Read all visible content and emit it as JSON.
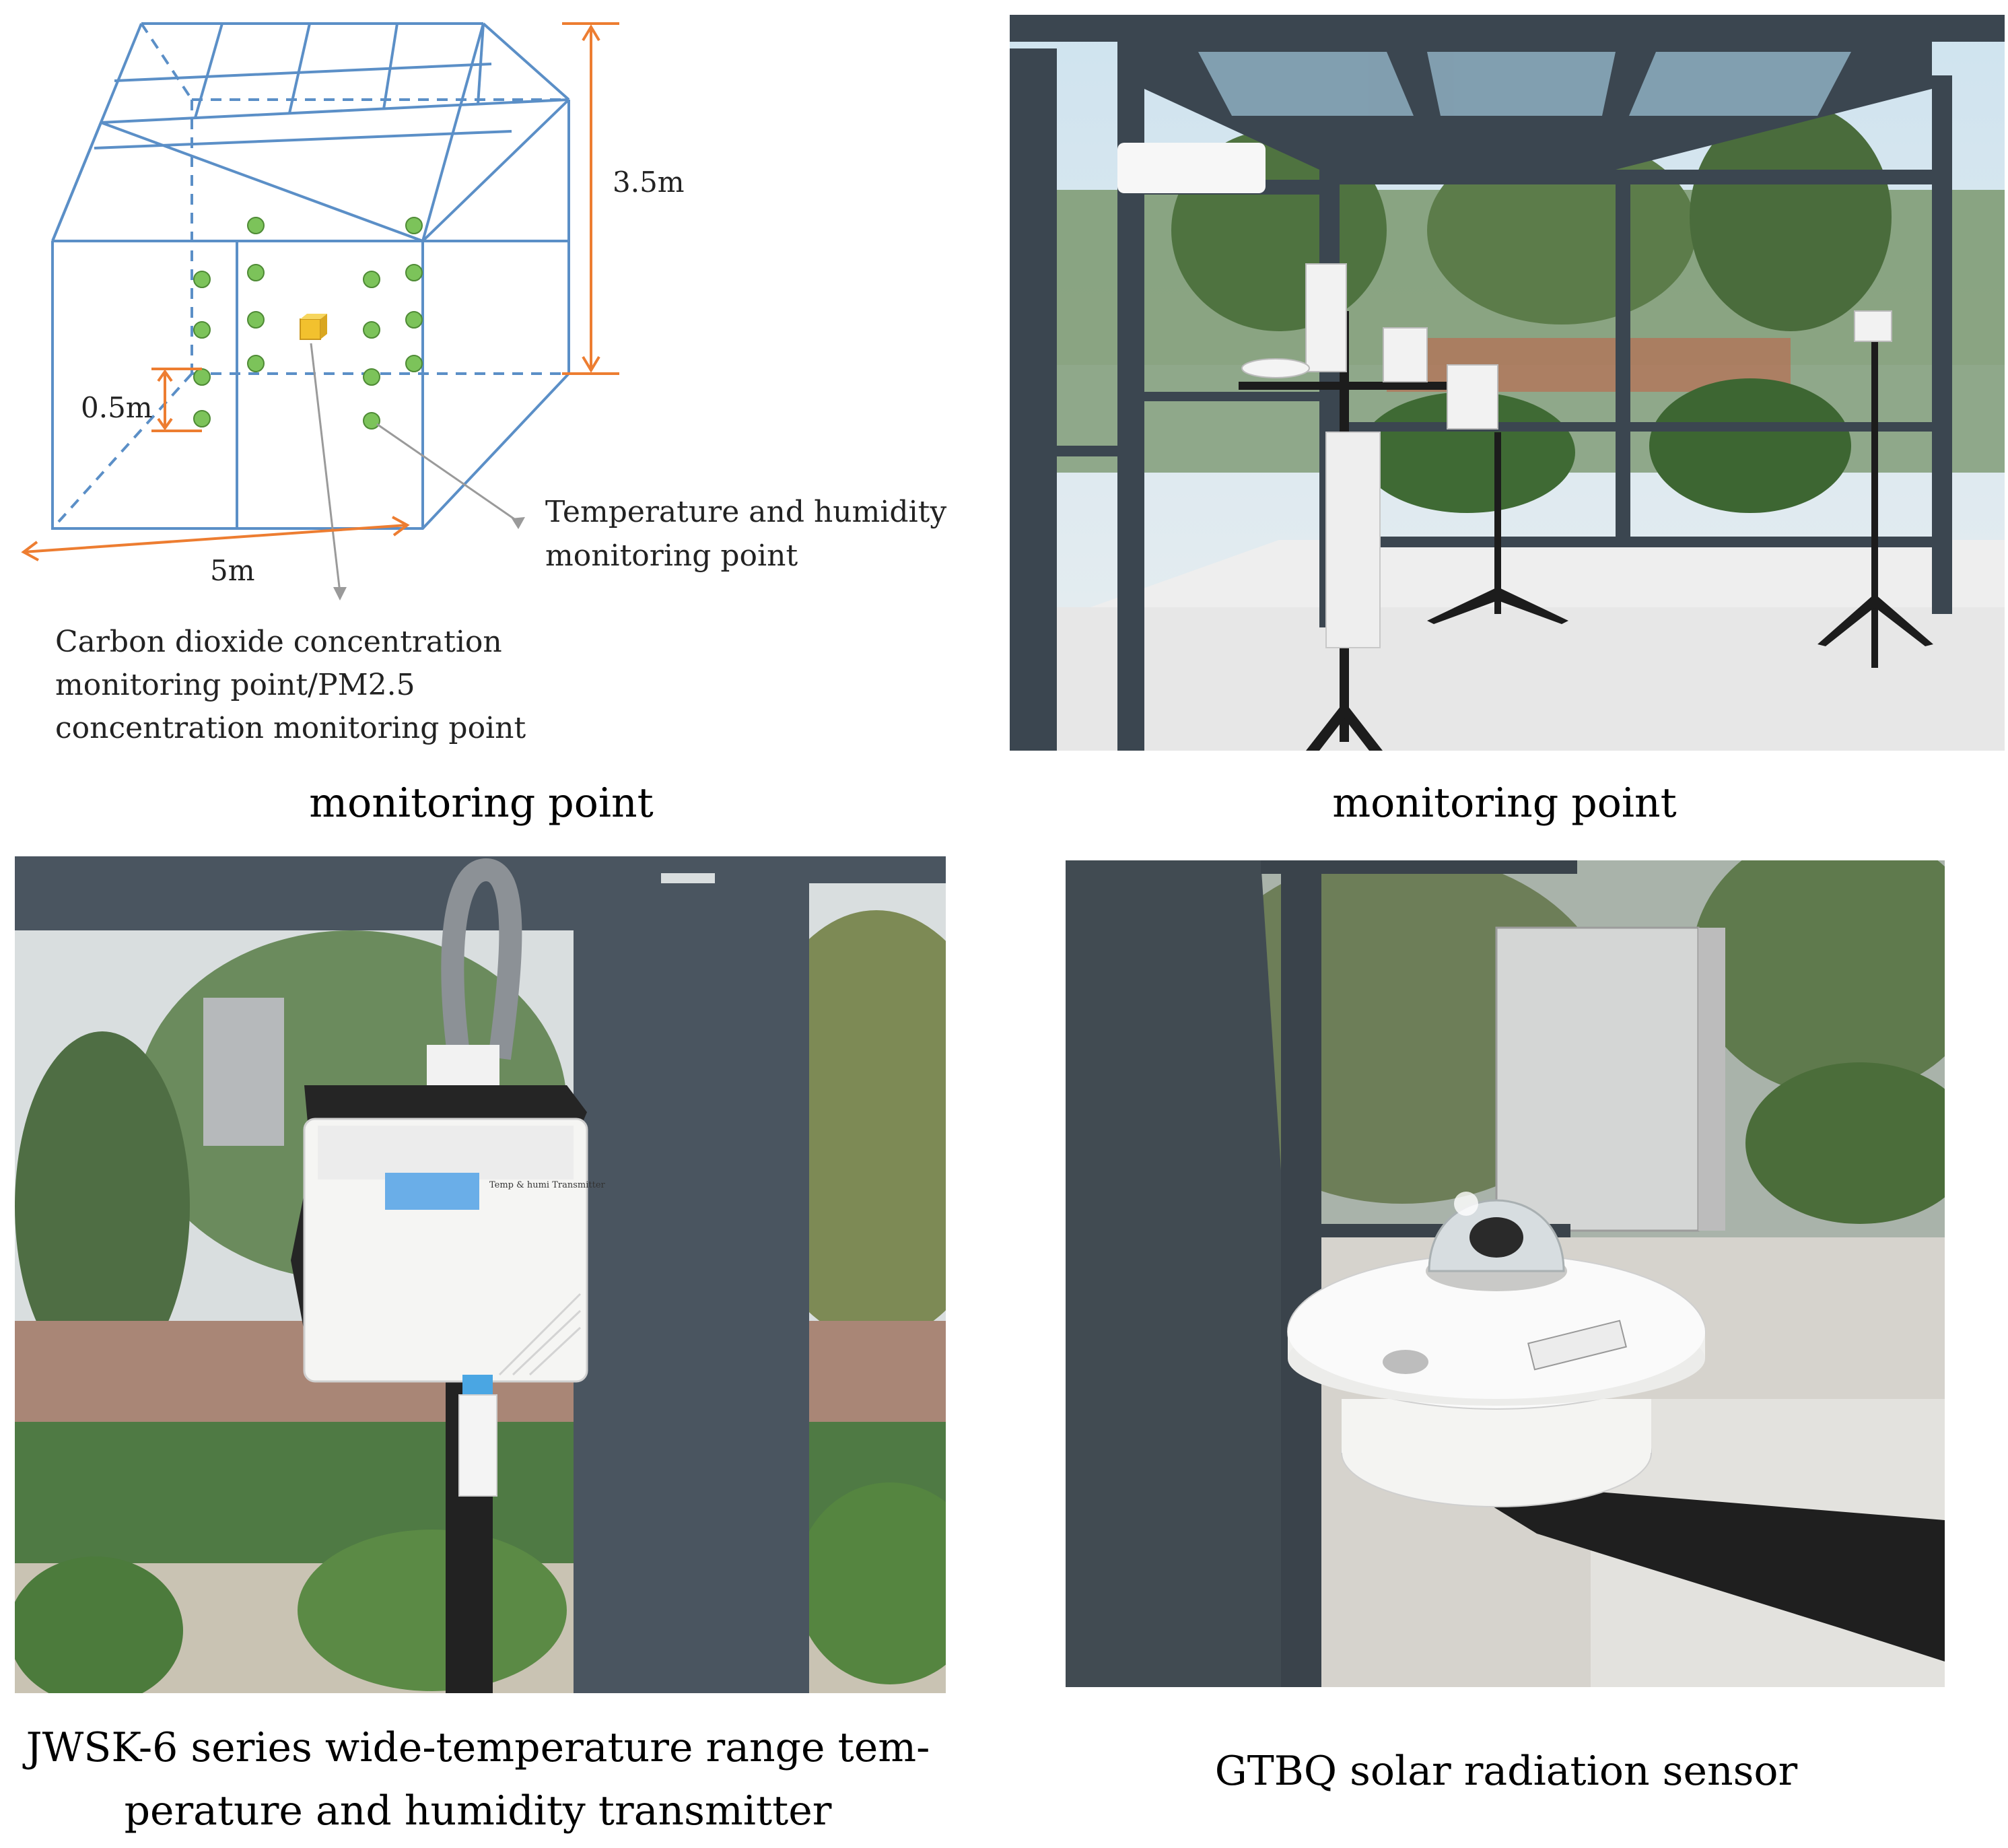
{
  "diagram": {
    "height_label": "3.5m",
    "sensor_height_label": "0.5m",
    "width_label": "5m",
    "th_label_line1": "Temperature and humidity",
    "th_label_line2": "monitoring point",
    "co2_label_line1": "Carbon dioxide concentration",
    "co2_label_line2": "monitoring point/PM2.5",
    "co2_label_line3": "concentration monitoring point",
    "colors": {
      "frame": "#5b8fc7",
      "dimension": "#ed7d31",
      "sensor_dot": "#7cc35a",
      "co2_box": "#f2c12e",
      "leader": "#9a9a9a"
    }
  },
  "captions": {
    "top_left": "monitoring point",
    "top_right": "monitoring point",
    "bottom_left_line1": "JWSK-6 series wide-temperature range tem-",
    "bottom_left_line2": "perature and humidity transmitter",
    "bottom_right": "GTBQ solar radiation sensor"
  },
  "photos": {
    "transmitter_display_label": "Temp & humi Transmitter"
  }
}
